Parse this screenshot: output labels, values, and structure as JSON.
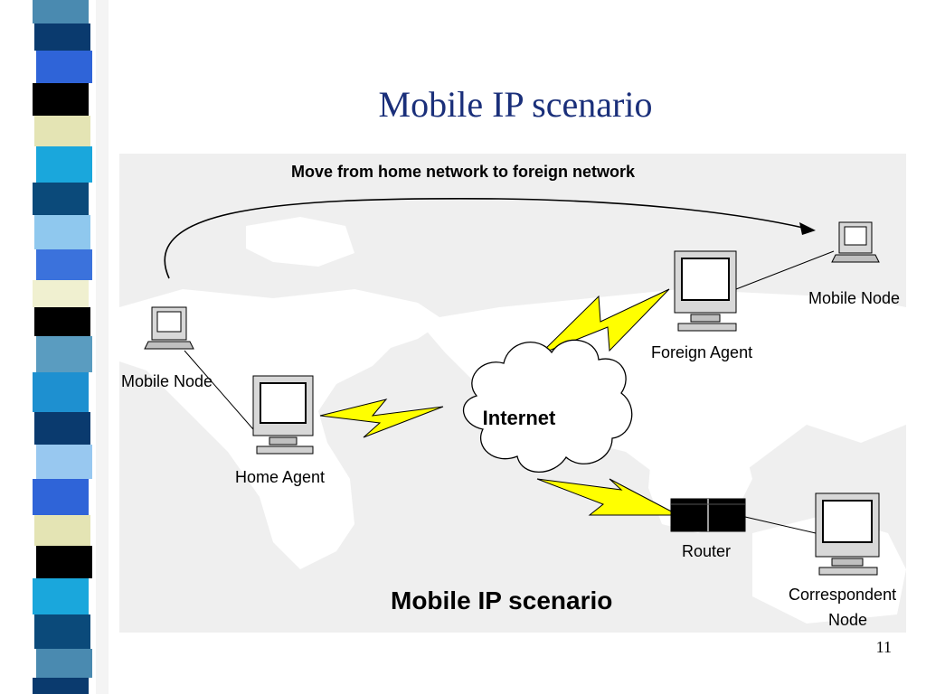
{
  "slide": {
    "title": "Mobile IP scenario",
    "page_number": "11"
  },
  "diagram": {
    "arc_caption": "Move from home network to foreign network",
    "bottom_caption": "Mobile IP scenario",
    "nodes": {
      "mobile_node_home": "Mobile Node",
      "home_agent": "Home Agent",
      "internet": "Internet",
      "foreign_agent": "Foreign Agent",
      "mobile_node_foreign": "Mobile Node",
      "router": "Router",
      "correspondent_line1": "Correspondent",
      "correspondent_line2": "Node"
    }
  },
  "colors": {
    "title": "#1a2f7a",
    "lightning": "#ffff00",
    "map_land": "#ffffff",
    "map_background": "#efefef"
  }
}
